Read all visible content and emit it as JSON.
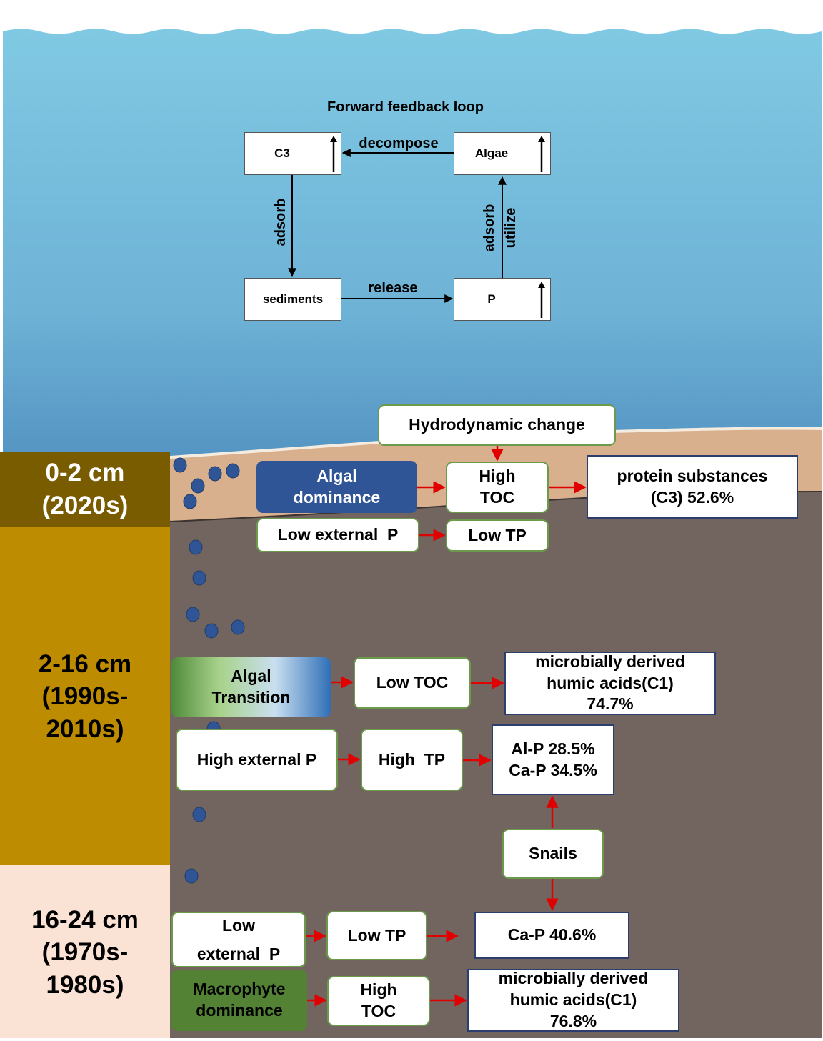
{
  "loop": {
    "title": "Forward feedback loop",
    "c3": "C3",
    "algae": "Algae",
    "sediments": "sediments",
    "p": "P",
    "decompose": "decompose",
    "release": "release",
    "adsorb_left": "adsorb",
    "adsorb_right": "adsorb",
    "utilize": "utilize"
  },
  "layers": {
    "top": {
      "depth": "0-2 cm",
      "era": "(2020s)"
    },
    "middle": {
      "depth": "2-16 cm",
      "era_1": "(1990s-",
      "era_2": "2010s)"
    },
    "bottom": {
      "depth": "16-24 cm",
      "era_1": "(1970s-",
      "era_2": "1980s)"
    }
  },
  "top_row": {
    "hydrodynamic": "Hydrodynamic change",
    "algal_dominance_1": "Algal",
    "algal_dominance_2": "dominance",
    "high_toc_1": "High",
    "high_toc_2": "TOC",
    "protein_1": "protein substances",
    "protein_2": "(C3) 52.6%",
    "low_external_p": "Low external  P",
    "low_tp": "Low TP"
  },
  "middle_row": {
    "algal_transition_1": "Algal",
    "algal_transition_2": "Transition",
    "low_toc": "Low TOC",
    "humic_1": "microbially derived",
    "humic_2": "humic acids(C1)",
    "humic_3": "74.7%",
    "high_external_p": "High external P",
    "high_tp": "High  TP",
    "alp": "Al-P 28.5%",
    "cap": "Ca-P 34.5%",
    "snails": "Snails"
  },
  "bottom_row": {
    "low_external_p_1": "Low",
    "low_external_p_2": "external  P",
    "low_tp": "Low TP",
    "cap": "Ca-P 40.6%",
    "macrophyte_1": "Macrophyte",
    "macrophyte_2": "dominance",
    "high_toc_1": "High",
    "high_toc_2": "TOC",
    "humic_1": "microbially derived",
    "humic_2": "humic acids(C1)",
    "humic_3": "76.8%"
  },
  "colors": {
    "water_top": "#7fc8e2",
    "water_bottom": "#4f8fbf",
    "sand": "#d9b08e",
    "sediment": "#72655f",
    "layer_top": "#7a5c00",
    "layer_middle": "#bd8c00",
    "layer_bottom": "#fae3d4",
    "algal_blue": "#2f5597",
    "macrophyte_green": "#548235",
    "arrow_red": "#e00000",
    "bubble": "#2f5597"
  }
}
